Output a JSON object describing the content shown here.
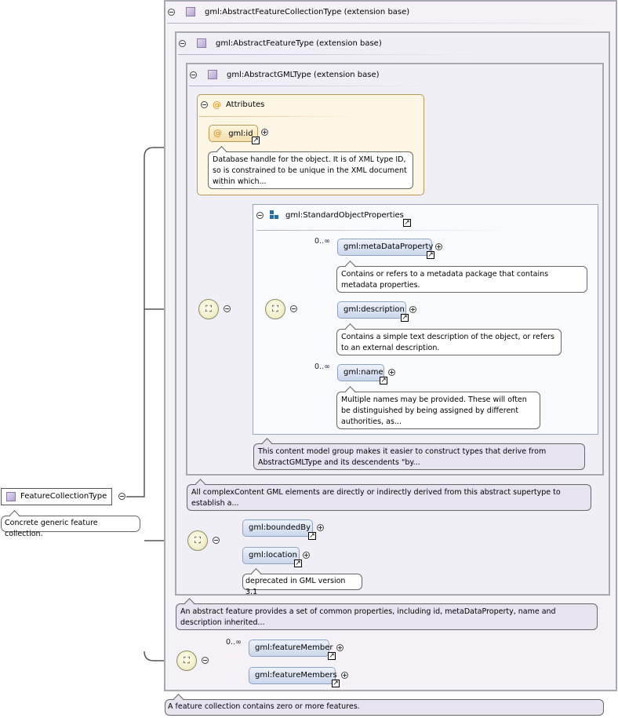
{
  "root": {
    "name": "FeatureCollectionType",
    "doc": "Concrete generic feature collection."
  },
  "ext1": {
    "title": "gml:AbstractFeatureCollectionType (extension base)",
    "doc": "A feature collection contains zero or more features."
  },
  "ext2": {
    "title": "gml:AbstractFeatureType (extension base)",
    "doc": "An abstract feature provides a set of common properties, including id, metaDataProperty, name and description inherited..."
  },
  "ext3": {
    "title": "gml:AbstractGMLType (extension base)",
    "doc": "All complexContent GML elements are directly or indirectly derived from this abstract supertype to establish a..."
  },
  "attributes": {
    "title": "Attributes",
    "at_symbol": "@",
    "id_label": "gml:id",
    "id_doc": "Database handle for the object. It is of XML type ID, so is constrained to be unique in the XML document within which..."
  },
  "std_props": {
    "title": "gml:StandardObjectProperties",
    "doc": "This content model group makes it easier to construct types that derive from AbstractGMLType and its descendents \"by...",
    "elements": [
      {
        "label": "gml:metaDataProperty",
        "occurs": "0..∞",
        "doc": "Contains or refers to a metadata package that contains metadata properties."
      },
      {
        "label": "gml:description",
        "occurs": "",
        "doc": "Contains a simple text description of the object, or refers to an external description."
      },
      {
        "label": "gml:name",
        "occurs": "0..∞",
        "doc": "Multiple names may be provided. These will often be distinguished by being assigned by different authorities, as..."
      }
    ]
  },
  "feature_seq": {
    "elements": [
      {
        "label": "gml:boundedBy",
        "doc": ""
      },
      {
        "label": "gml:location",
        "doc": "deprecated in GML version 3.1"
      }
    ]
  },
  "collection_seq": {
    "elements": [
      {
        "label": "gml:featureMember",
        "occurs": "0..∞"
      },
      {
        "label": "gml:featureMembers",
        "occurs": ""
      }
    ]
  },
  "icons": {
    "sequence": "sequence-icon",
    "group": "group-icon",
    "type": "complex-type-icon",
    "expand": "jump-arrow-icon"
  }
}
